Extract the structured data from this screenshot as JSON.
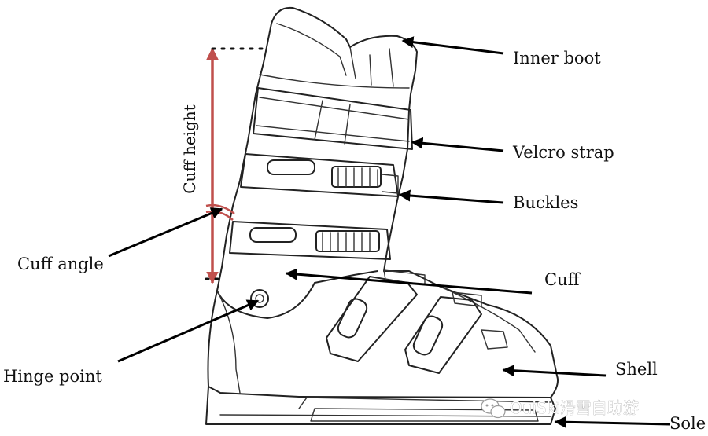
{
  "labels": {
    "inner_boot": "Inner boot",
    "velcro_strap": "Velcro strap",
    "buckles": "Buckles",
    "cuff_angle": "Cuff angle",
    "cuff": "Cuff",
    "hinge_point": "Hinge point",
    "shell": "Shell",
    "sole": "Sole",
    "cuff_height": "Cuff height"
  },
  "watermark": "OuiSki滑雪自助游",
  "colors": {
    "ink": "#111111",
    "cuff_height_marker": "#c0504d",
    "background": "#ffffff"
  }
}
